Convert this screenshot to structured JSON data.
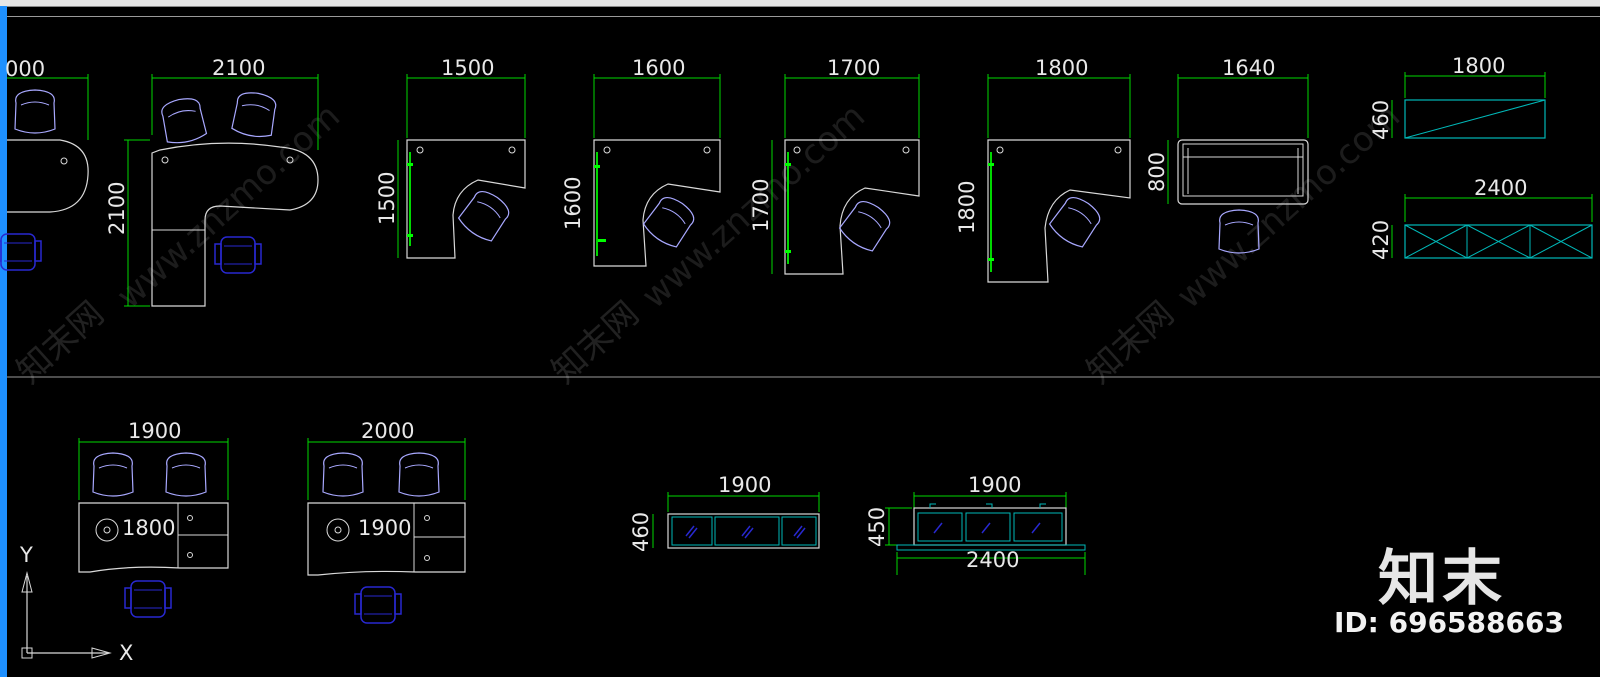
{
  "colors": {
    "background": "#000000",
    "outline": "#d9d9d9",
    "dimension": "#00d800",
    "chair_blue": "#2020c0",
    "cabinet": "#00b8b8",
    "chair_outline": "#a8a8ff"
  },
  "dims": {
    "d0000": "000",
    "d2100": "2100",
    "d2100v": "2100",
    "d1500": "1500",
    "d1500v": "1500",
    "d1600": "1600",
    "d1600v": "1600",
    "d1700": "1700",
    "d1700v": "1700",
    "d1800": "1800",
    "d1800v": "1800",
    "d1640": "1640",
    "d800v": "800",
    "d1800c": "1800",
    "d460v": "460",
    "d2400a": "2400",
    "d420v": "420",
    "d1900a": "1900",
    "d1800in": "1800",
    "d2000": "2000",
    "d1900in": "1900",
    "d1900b": "1900",
    "d460b": "460",
    "d1900c": "1900",
    "d450v": "450",
    "d2400b": "2400"
  },
  "ucs": {
    "y_label": "Y",
    "x_label": "X"
  },
  "watermark": {
    "site": "www.znzmo.com",
    "brand_cn": "知末网"
  },
  "logo": {
    "text": "知末",
    "id": "ID: 696588663"
  }
}
